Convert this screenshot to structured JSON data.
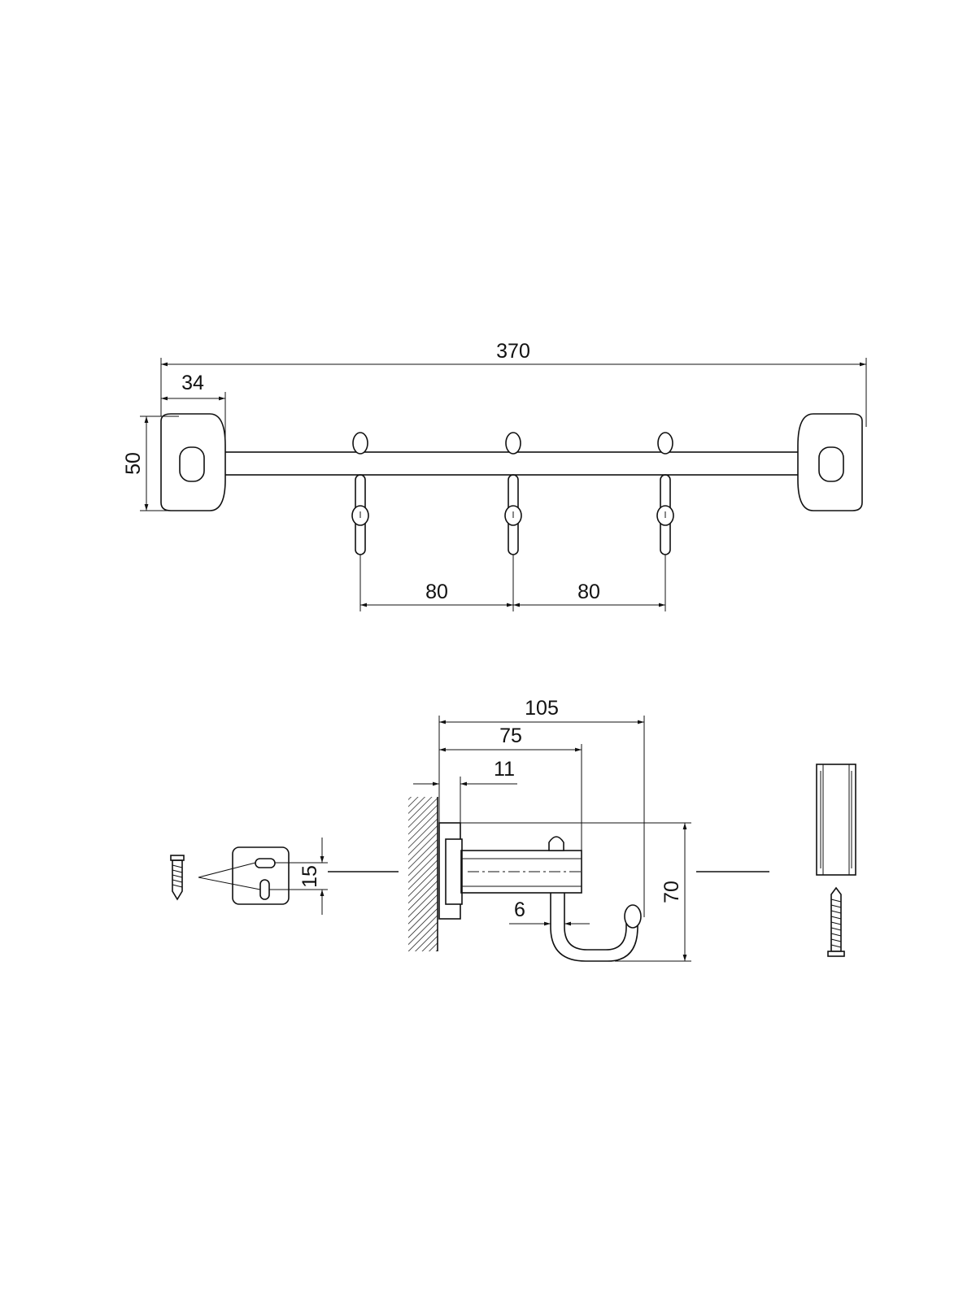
{
  "front_view": {
    "dim_overall_length": "370",
    "dim_end_plate_width": "34",
    "dim_plate_height": "50",
    "dim_hook_spacing_1": "80",
    "dim_hook_spacing_2": "80"
  },
  "side_view": {
    "dim_total_depth": "105",
    "dim_arm_depth": "75",
    "dim_plate_thickness": "11",
    "dim_hook_thickness": "6",
    "dim_height": "70",
    "dim_hole_spacing": "15"
  },
  "colors": {
    "line": "#111111",
    "background": "#ffffff"
  }
}
